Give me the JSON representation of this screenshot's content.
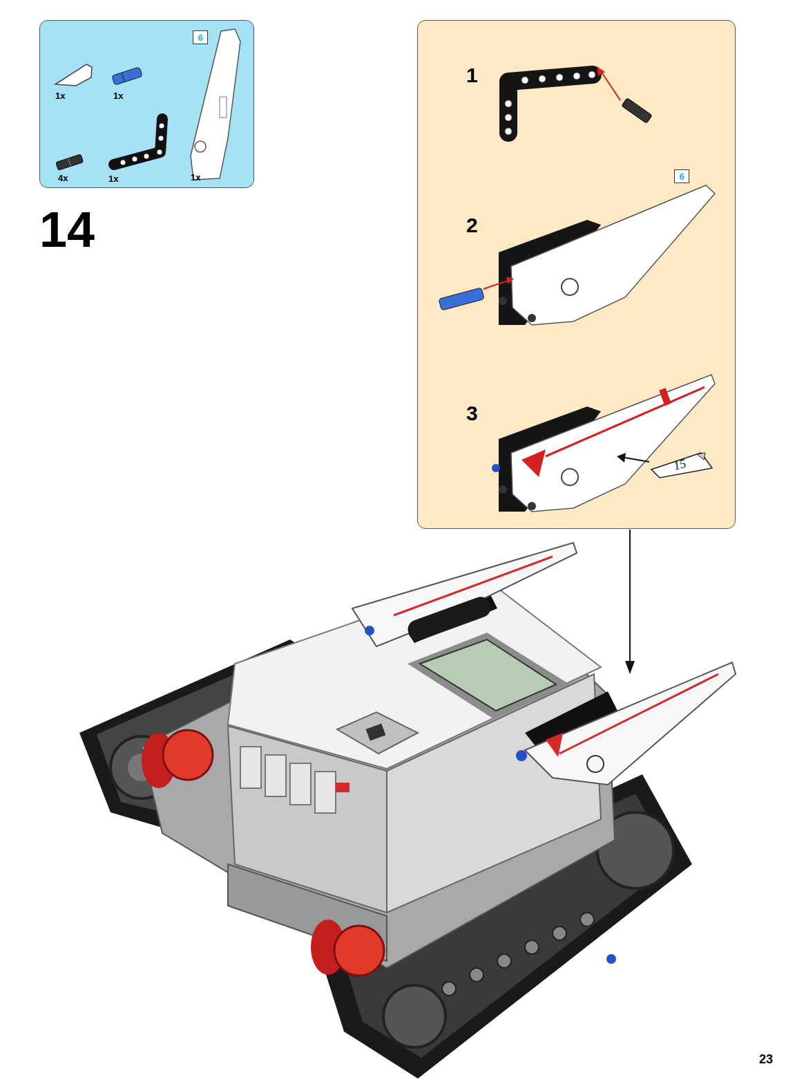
{
  "diagram": {
    "nodes": [
      {
        "text": [
          "1x",
          "1x",
          "4x",
          "1x",
          "1x"
        ]
      },
      {
        "text": [
          "6"
        ],
        "in": 0
      },
      {
        "text": [
          "1",
          "2",
          "3"
        ]
      },
      {
        "text": [
          "6"
        ],
        "in": 2
      },
      {
        "text": [
          "15"
        ],
        "in": 2
      }
    ],
    "labels": [
      "14",
      "23"
    ]
  }
}
